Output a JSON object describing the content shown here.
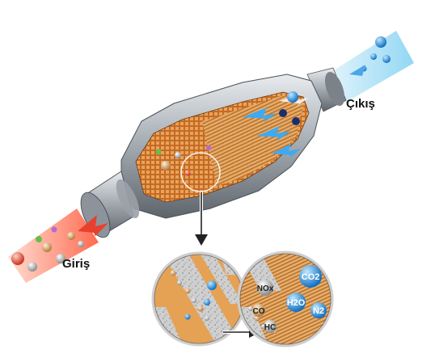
{
  "labels": {
    "outlet": "Çıkış",
    "inlet": "Giriş"
  },
  "molecules": {
    "co2": "CO2",
    "h2o": "H2O",
    "n2": "N2",
    "nox": "NOx",
    "co": "CO",
    "hc": "HC"
  },
  "icons": [
    "arrow-icon",
    "molecule-icon"
  ],
  "colors": {
    "exhaust_in": "#e8402e",
    "exhaust_out": "#5fc0ee",
    "substrate": "#d98a3a",
    "shell": "#9aa1a8"
  }
}
